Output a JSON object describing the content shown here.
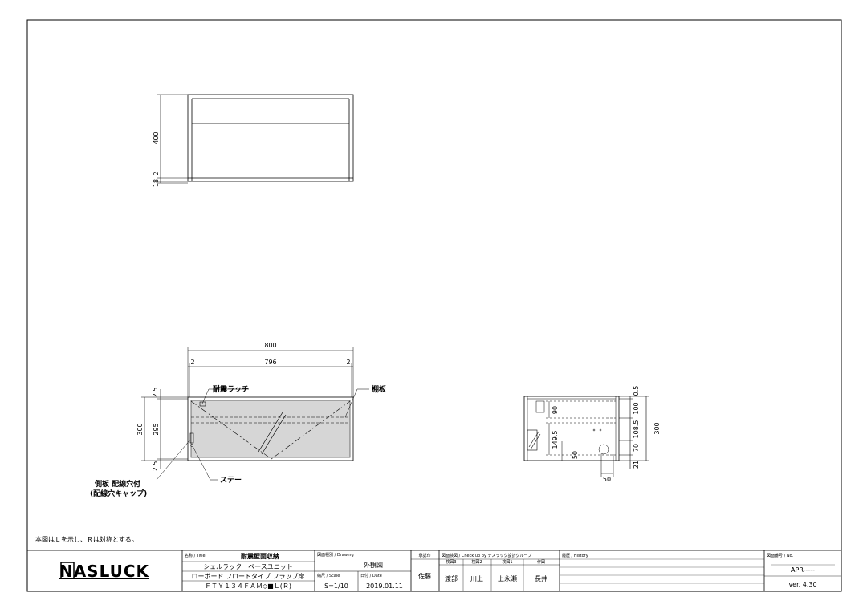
{
  "note": "本図はＬを示し、Ｒは対称とする。",
  "front_view": {
    "dims": {
      "height": "400",
      "bottom_a": "2",
      "bottom_b": "18"
    }
  },
  "plan_view": {
    "dims": {
      "overall": "800",
      "inner": "796",
      "left": "2",
      "right": "2",
      "top": "2.5",
      "height": "300",
      "inner_h": "295",
      "bottom": "2.5"
    },
    "labels": {
      "latch": "耐震ラッチ",
      "shelf": "棚板",
      "side_panel_1": "側板 配線穴付",
      "side_panel_2": "(配線穴キャップ)",
      "stay": "ステー"
    }
  },
  "side_view": {
    "dims": {
      "d90": "90",
      "d149": "149.5",
      "d50": "50",
      "b50": "50",
      "r05": "0.5",
      "r100": "100",
      "r108": "108.5",
      "r70": "70",
      "r21": "21",
      "r300": "300"
    }
  },
  "title_block": {
    "logo": "NASLUCK",
    "title_hdr": "名称 / Title",
    "title_1": "耐震壁面収納",
    "title_2": "シェルラック　ベースユニット",
    "title_3": "ローボード フロートタイプ フラップ扉",
    "title_4": "ＦＴＹ１３４ＦＡＭ◇■Ｌ(Ｒ)",
    "drawing_hdr": "図面種別 / Drawing",
    "drawing_type": "外観図",
    "scale_hdr": "縮尺 / Scale",
    "scale": "S=1/10",
    "date_hdr": "日付 / Date",
    "date": "2019.01.11",
    "approver_hdr": "承認印",
    "approver": "佐藤",
    "check_hdr": "図面検図 / Check up by ナスラック設計グループ",
    "check_cols": [
      "検図3",
      "検図2",
      "検図1",
      "作図"
    ],
    "check_names": [
      "渡部",
      "川上",
      "上永瀬",
      "長井"
    ],
    "history_hdr": "履歴 / History",
    "no_hdr": "図面番号 / No.",
    "no": "APR-----",
    "version": "ver. 4.30"
  }
}
